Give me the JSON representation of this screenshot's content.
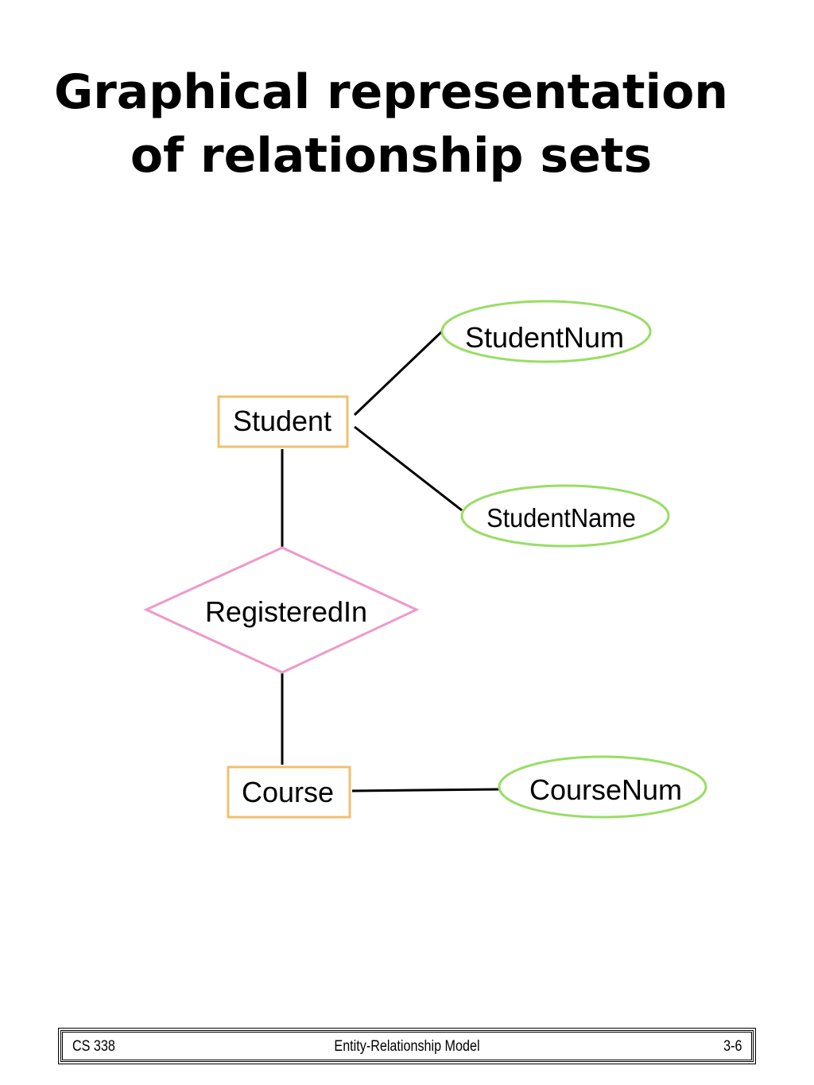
{
  "title": {
    "line1": "Graphical representation",
    "line2": "of relationship sets"
  },
  "diagram": {
    "entities": [
      {
        "id": "student",
        "label": "Student"
      },
      {
        "id": "course",
        "label": "Course"
      }
    ],
    "relationships": [
      {
        "id": "registered-in",
        "label": "RegisteredIn",
        "connects": [
          "student",
          "course"
        ]
      }
    ],
    "attributes": [
      {
        "id": "student-num",
        "label": "StudentNum",
        "of": "student"
      },
      {
        "id": "student-name",
        "label": "StudentName",
        "of": "student"
      },
      {
        "id": "course-num",
        "label": "CourseNum",
        "of": "course"
      }
    ],
    "colors": {
      "entity_border": "#f0c070",
      "relationship_border": "#ee99cc",
      "attribute_border": "#99dd66",
      "line": "#000000"
    }
  },
  "footer": {
    "left": "CS 338",
    "center": "Entity-Relationship Model",
    "right": "3-6"
  }
}
